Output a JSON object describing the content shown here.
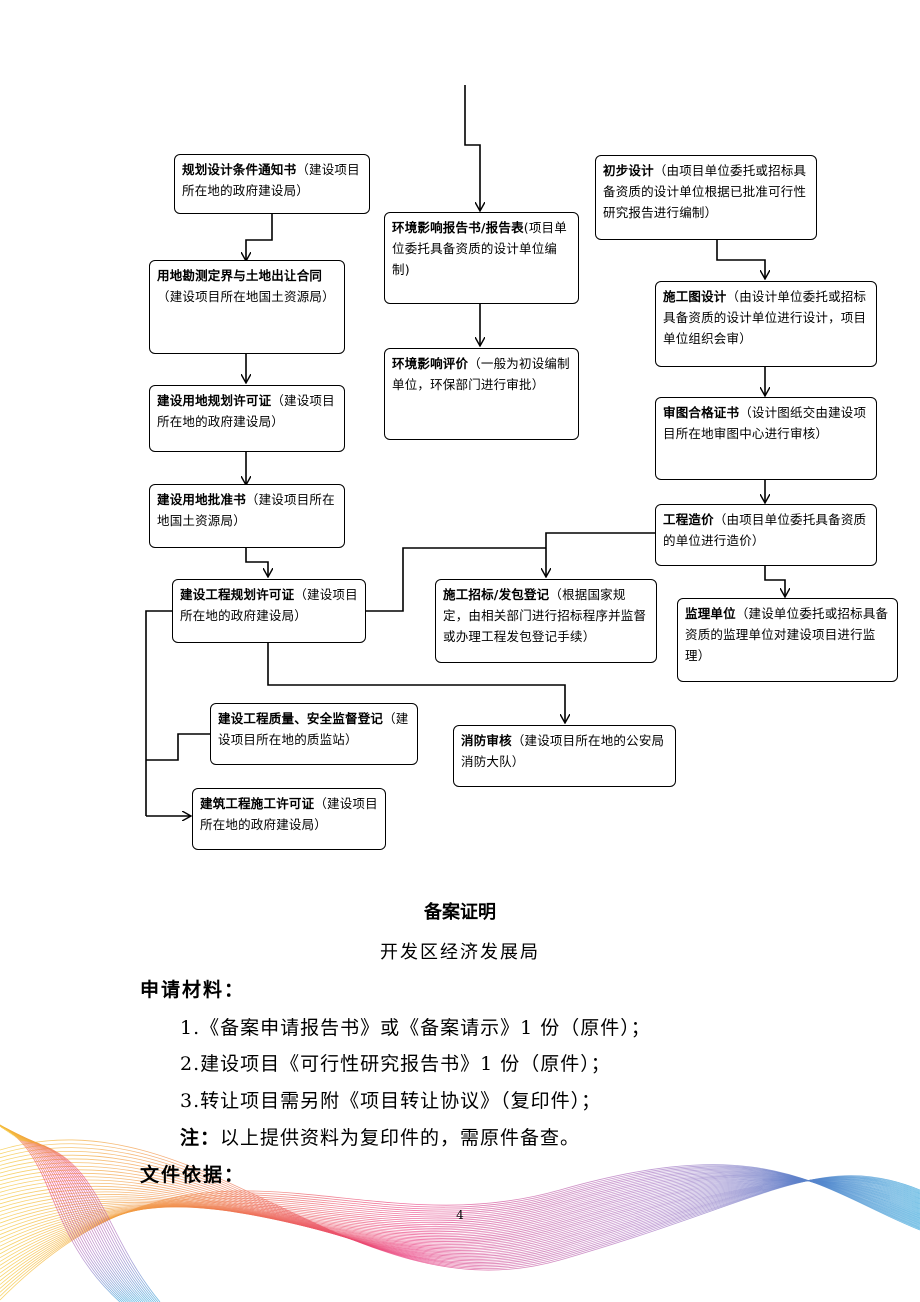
{
  "flowchart": {
    "boxes": {
      "planning_notice": {
        "title": "规划设计条件通知书",
        "desc": "（建设项目所在地的政府建设局）"
      },
      "land_survey": {
        "title": "用地勘测定界与土地出让合同",
        "desc": "（建设项目所在地国土资源局）"
      },
      "land_use_permit": {
        "title": "建设用地规划许可证",
        "desc": "（建设项目所在地的政府建设局）"
      },
      "land_approval": {
        "title": "建设用地批准书",
        "desc": "（建设项目所在地国土资源局）"
      },
      "eng_plan_permit": {
        "title": "建设工程规划许可证",
        "desc": "（建设项目所在地的政府建设局）"
      },
      "quality_safety": {
        "title": "建设工程质量、安全监督登记",
        "desc": "（建设项目所在地的质监站）"
      },
      "construction_permit": {
        "title": "建筑工程施工许可证",
        "desc": "（建设项目所在地的政府建设局）"
      },
      "env_report": {
        "title": "环境影响报告书/报告表",
        "desc": "(项目单位委托具备资质的设计单位编制)"
      },
      "env_eval": {
        "title": "环境影响评价",
        "desc": "（一般为初设编制单位，环保部门进行审批）"
      },
      "prelim_design": {
        "title": "初步设计",
        "desc": "（由项目单位委托或招标具备资质的设计单位根据已批准可行性研究报告进行编制）"
      },
      "construction_drawing": {
        "title": "施工图设计",
        "desc": "（由设计单位委托或招标具备资质的设计单位进行设计，项目单位组织会审）"
      },
      "drawing_review": {
        "title": "审图合格证书",
        "desc": "（设计图纸交由建设项目所在地审图中心进行审核）"
      },
      "cost": {
        "title": "工程造价",
        "desc": "（由项目单位委托具备资质的单位进行造价）"
      },
      "bidding": {
        "title": "施工招标/发包登记",
        "desc": "（根据国家规定，由相关部门进行招标程序并监督或办理工程发包登记手续）"
      },
      "supervision": {
        "title": "监理单位",
        "desc": "（建设单位委托或招标具备资质的监理单位对建设项目进行监理）"
      },
      "fire_review": {
        "title": "消防审核",
        "desc": "（建设项目所在地的公安局消防大队）"
      }
    }
  },
  "section": {
    "title": "备案证明",
    "subtitle": "开发区经济发展局",
    "materials_heading": "申请材料：",
    "materials": [
      "1.《备案申请报告书》或《备案请示》1 份（原件）；",
      "2.建设项目《可行性研究报告书》1 份（原件）；",
      "3.转让项目需另附《项目转让协议》（复印件）；"
    ],
    "note_label": "注：",
    "note_text": "以上提供资料为复印件的，需原件备查。",
    "basis_heading": "文件依据："
  },
  "page_number": "4",
  "colors": {
    "ribbon_pink": "#e8347a",
    "ribbon_blue": "#2a9fd8",
    "ribbon_yellow": "#f4c430",
    "ribbon_purple": "#9b59b6"
  }
}
